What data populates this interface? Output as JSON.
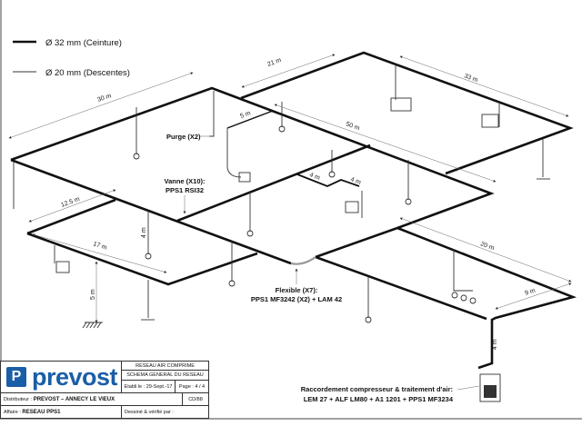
{
  "legend": {
    "main": "Ø 32 mm (Ceinture)",
    "drops": "Ø 20 mm (Descentes)"
  },
  "dimensions": {
    "d30": "30 m",
    "d21": "21 m",
    "d33": "33 m",
    "d50": "50 m",
    "d5a": "5 m",
    "d4a": "4 m",
    "d4b": "4 m",
    "d12": "12.5 m",
    "d17": "17 m",
    "d4c": "4 m",
    "d5b": "5 m",
    "d20": "20 m",
    "d9": "9 m",
    "d4d": "4 m"
  },
  "notes": {
    "purge": "Purge (X2)",
    "vanne1": "Vanne (X10):",
    "vanne2": "PPS1 RSI32",
    "flex1": "Flexible (X7):",
    "flex2": "PPS1 MF3242 (X2) + LAM 42",
    "rac1": "Raccordement compresseur & traitement d'air:",
    "rac2": "LEM 27 + ALF LM80 + A1 1201 + PPS1 MF3234"
  },
  "title_block": {
    "logo": "prevost",
    "line1": "RESEAU AIR COMPRIME",
    "line2": "SCHEMA GENERAL DU RESEAU",
    "date": "Etabli le : 29-Sept.-17",
    "page": "Page : 4 / 4",
    "distributeur_label": "Distributeur :",
    "distributeur": "PREVOST – ANNECY LE VIEUX",
    "code": "CD/88",
    "affaire_label": "Affaire :",
    "affaire": "RESEAU PPS1",
    "dessine": "Dessiné & vérifié par :"
  }
}
